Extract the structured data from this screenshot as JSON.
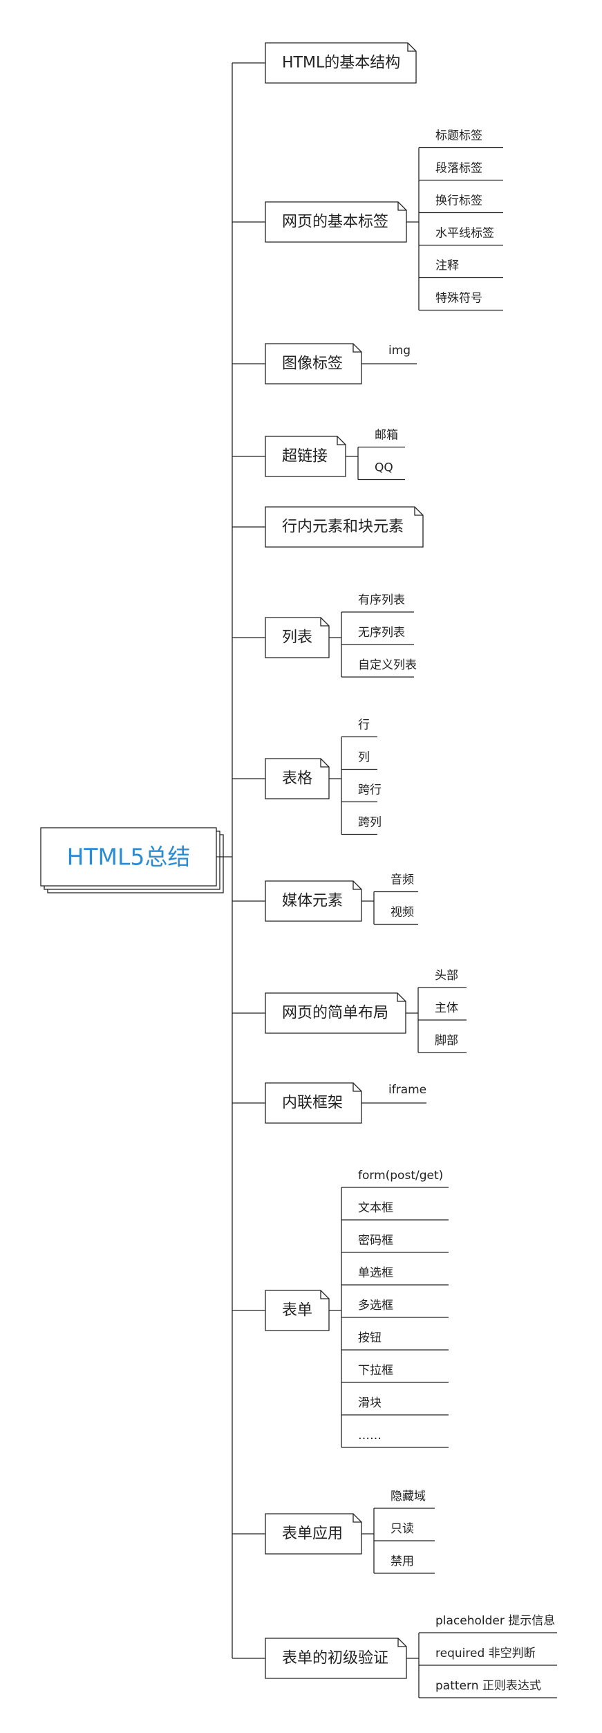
{
  "root": {
    "label": "HTML5总结"
  },
  "topics": [
    {
      "label": "HTML的基本结构",
      "children": []
    },
    {
      "label": "网页的基本标签",
      "children": [
        "标题标签",
        "段落标签",
        "换行标签",
        "水平线标签",
        "注释",
        "特殊符号"
      ]
    },
    {
      "label": "图像标签",
      "children": [
        "img"
      ]
    },
    {
      "label": "超链接",
      "children": [
        "邮箱",
        "QQ"
      ]
    },
    {
      "label": "行内元素和块元素",
      "children": []
    },
    {
      "label": "列表",
      "children": [
        "有序列表",
        "无序列表",
        "自定义列表"
      ]
    },
    {
      "label": "表格",
      "children": [
        "行",
        "列",
        "跨行",
        "跨列"
      ]
    },
    {
      "label": "媒体元素",
      "children": [
        "音频",
        "视频"
      ]
    },
    {
      "label": "网页的简单布局",
      "children": [
        "头部",
        "主体",
        "脚部"
      ]
    },
    {
      "label": "内联框架",
      "children": [
        "iframe"
      ]
    },
    {
      "label": "表单",
      "children": [
        "form(post/get)",
        "文本框",
        "密码框",
        "单选框",
        "多选框",
        "按钮",
        "下拉框",
        "滑块",
        "……"
      ]
    },
    {
      "label": "表单应用",
      "children": [
        "隐藏域",
        "只读",
        "禁用"
      ]
    },
    {
      "label": "表单的初级验证",
      "children": [
        "placeholder 提示信息",
        "required 非空判断",
        "pattern 正则表达式"
      ]
    }
  ]
}
